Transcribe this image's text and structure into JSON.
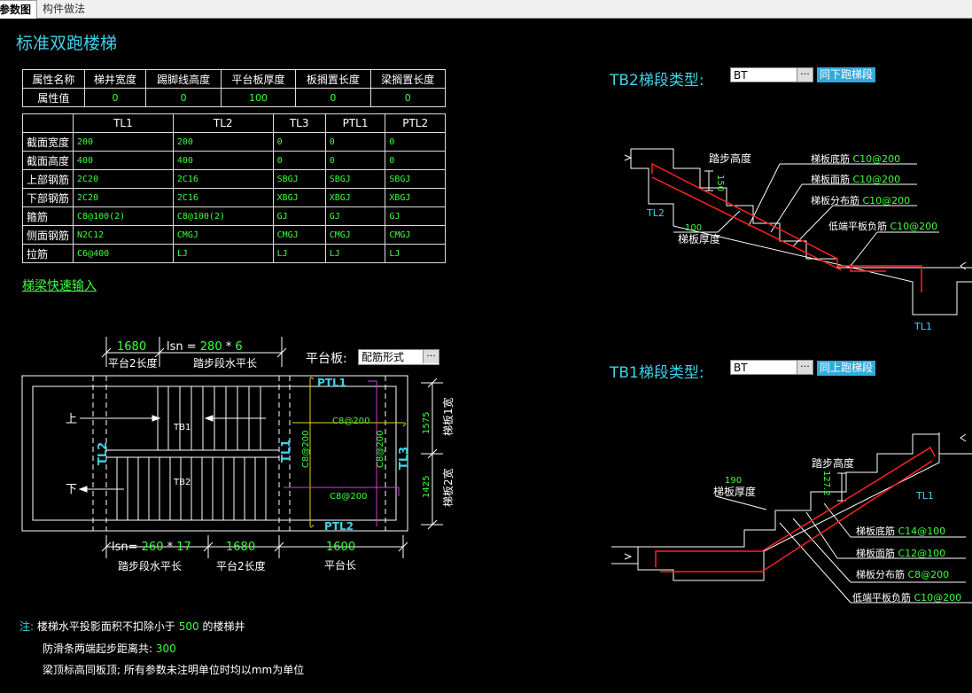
{
  "tabs": {
    "params": "参数图",
    "method": "构件做法"
  },
  "title": "标准双跑楼梯",
  "props": {
    "headers": [
      "属性名称",
      "梯井宽度",
      "踢脚线高度",
      "平台板厚度",
      "板搁置长度",
      "梁搁置长度"
    ],
    "row_label": "属性值",
    "values": [
      "0",
      "0",
      "100",
      "0",
      "0"
    ]
  },
  "beams": {
    "headers": [
      "TL1",
      "TL2",
      "TL3",
      "PTL1",
      "PTL2"
    ],
    "rows": [
      {
        "label": "截面宽度",
        "values": [
          "200",
          "200",
          "0",
          "0",
          "0"
        ]
      },
      {
        "label": "截面高度",
        "values": [
          "400",
          "400",
          "0",
          "0",
          "0"
        ]
      },
      {
        "label": "上部钢筋",
        "values": [
          "2C20",
          "2C16",
          "SBGJ",
          "SBGJ",
          "SBGJ"
        ]
      },
      {
        "label": "下部钢筋",
        "values": [
          "2C20",
          "2C16",
          "XBGJ",
          "XBGJ",
          "XBGJ"
        ]
      },
      {
        "label": "箍筋",
        "values": [
          "C8@100(2)",
          "C8@100(2)",
          "GJ",
          "GJ",
          "GJ"
        ]
      },
      {
        "label": "侧面钢筋",
        "values": [
          "N2C12",
          "CMGJ",
          "CMGJ",
          "CMGJ",
          "CMGJ"
        ]
      },
      {
        "label": "拉筋",
        "values": [
          "C6@400",
          "LJ",
          "LJ",
          "LJ",
          "LJ"
        ]
      }
    ]
  },
  "quick_input": "梯梁快速输入",
  "plan": {
    "top_dim1": "1680",
    "top_lsn": "lsn = 280 * 6",
    "top_lbl1": "平台2长度",
    "top_lbl2": "踏步段水平长",
    "platform_label": "平台板:",
    "platform_value": "配筋形式",
    "up": "上",
    "down": "下",
    "tb1": "TB1",
    "tb2": "TB2",
    "tl2": "TL2",
    "tl1": "TL1",
    "tl3": "TL3",
    "ptl1": "PTL1",
    "ptl2": "PTL2",
    "rebar_c8": "C8@200",
    "right_dim1": "1575",
    "right_dim2": "1425",
    "right_lbl1": "梯板1宽",
    "right_lbl2": "梯板2宽",
    "bot_lsn": "lsn= 260 * 17",
    "bot_dim2": "1680",
    "bot_dim3": "1600",
    "bot_lbl1": "踏步段水平长",
    "bot_lbl2": "平台2长度",
    "bot_lbl3": "平台长"
  },
  "tb2": {
    "label": "TB2梯段类型:",
    "value": "BT",
    "button": "同下跑梯段",
    "step_h": "踏步高度",
    "step_val": "150",
    "thick_val": "100",
    "thick_lbl": "梯板厚度",
    "bottom": "梯板底筋",
    "bottom_val": "C10@200",
    "top": "梯板面筋",
    "top_val": "C10@200",
    "dist": "梯板分布筋",
    "dist_val": "C10@200",
    "neg": "低端平板负筋",
    "neg_val": "C10@200",
    "tl2": "TL2",
    "tl1": "TL1"
  },
  "tb1": {
    "label": "TB1梯段类型:",
    "value": "BT",
    "button": "同上跑梯段",
    "step_h": "踏步高度",
    "step_val": "127.2",
    "thick_val": "190",
    "thick_lbl": "梯板厚度",
    "bottom": "梯板底筋",
    "bottom_val": "C14@100",
    "top": "梯板面筋",
    "top_val": "C12@100",
    "dist": "梯板分布筋",
    "dist_val": "C8@200",
    "neg": "低端平板负筋",
    "neg_val": "C10@200",
    "tl1": "TL1"
  },
  "notes": {
    "prefix": "注:",
    "line1a": "楼梯水平投影面积不扣除小于",
    "line1_val": "500",
    "line1b": "的楼梯井",
    "line2a": "防滑条两端起步距离共:",
    "line2_val": "300",
    "line3": "梁顶标高同板顶; 所有参数未注明单位时均以mm为单位"
  },
  "colors": {
    "cyan": "#3fd2e8",
    "green": "#3cff3c",
    "red": "#ff2020",
    "magenta": "#d040d0",
    "yellow": "#e8d020"
  }
}
